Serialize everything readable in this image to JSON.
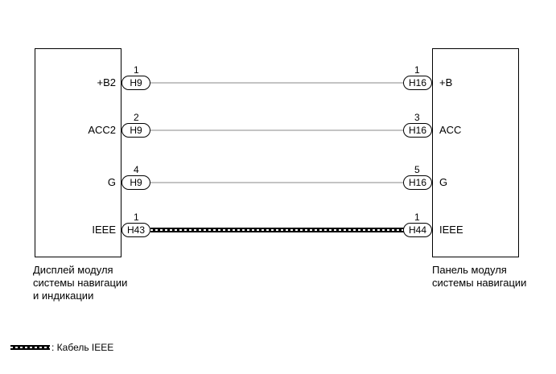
{
  "left_module": {
    "caption": [
      "Дисплей модуля",
      "системы навигации",
      "и индикации"
    ],
    "pins": [
      {
        "name": "+B2",
        "pin": "1",
        "connector": "H9"
      },
      {
        "name": "ACC2",
        "pin": "2",
        "connector": "H9"
      },
      {
        "name": "G",
        "pin": "4",
        "connector": "H9"
      },
      {
        "name": "IEEE",
        "pin": "1",
        "connector": "H43"
      }
    ]
  },
  "right_module": {
    "caption": [
      "Панель модуля",
      "системы навигации"
    ],
    "pins": [
      {
        "name": "+B",
        "pin": "1",
        "connector": "H16"
      },
      {
        "name": "ACC",
        "pin": "3",
        "connector": "H16"
      },
      {
        "name": "G",
        "pin": "5",
        "connector": "H16"
      },
      {
        "name": "IEEE",
        "pin": "1",
        "connector": "H44"
      }
    ]
  },
  "legend": {
    "text": ": Кабель IEEE"
  }
}
